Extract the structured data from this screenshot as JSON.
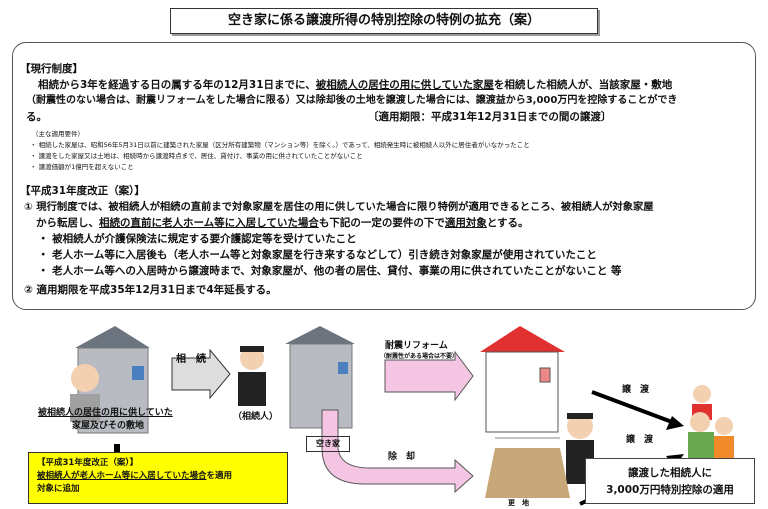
{
  "title": "空き家に係る譲渡所得の特別控除の特例の拡充（案）",
  "current": {
    "heading": "【現行制度】",
    "line1a": "相続から3年を経過する日の属する年の12月31日までに、",
    "line1u": "被相続人の居住の用に供していた家屋",
    "line1b": "を相続した相続人が、当該家屋・敷地",
    "line2": "（耐震性のない場合は、耐震リフォームをした場合に限る）又は除却後の土地を譲渡した場合には、譲渡益から3,000万円を控除することができ",
    "line3": "る。",
    "period": "〔適用期限：平成31年12月31日までの間の譲渡〕",
    "req_heading": "（主な適用要件）",
    "reqs": [
      "・ 相続した家屋は、昭和56年5月31日以前に建築された家屋（区分所有建築物（マンション等）を除く。）であって、相続発生時に被相続人以外に居住者がいなかったこと",
      "・ 譲渡をした家屋又は土地は、相続時から譲渡時点まで、居住、貸付け、事業の用に供されていたことがないこと",
      "・ 譲渡価額が1億円を超えないこと"
    ]
  },
  "reform": {
    "heading": "【平成31年度改正（案）】",
    "item1a": "① 現行制度では、被相続人が相続の直前まで対象家屋を居住の用に供していた場合に限り特例が適用できるところ、被相続人が対象家屋",
    "item1b_pre": "から転居し、",
    "item1b_u": "相続の直前に老人ホーム等に入居していた場合",
    "item1b_mid": "も下記の一定の要件の下で",
    "item1b_u2": "適用対象",
    "item1b_post": "とする。",
    "bullets": [
      "・ 被相続人が介護保険法に規定する要介護認定等を受けていたこと",
      "・ 老人ホーム等に入居後も（老人ホーム等と対象家屋を行き来するなどして）引き続き対象家屋が使用されていたこと",
      "・ 老人ホーム等への入居時から譲渡時まで、対象家屋が、他の者の居住、貸付、事業の用に供されていたことがないこと 等"
    ],
    "item2": "② 適用期限を平成35年12月31日まで4年延長する。"
  },
  "diagram": {
    "inherit": "相　続",
    "heir": "（相続人）",
    "house_caption_u": "被相続人の居住の用に供していた",
    "house_caption": "家屋及びその敷地",
    "vacant": "空き家",
    "reform_label": "耐震リフォーム",
    "reform_note": "（耐震性がある場合は不要）",
    "transfer1": "譲　渡",
    "transfer2": "譲　渡",
    "demolish": "除　却",
    "vacant_lot": "更　地",
    "yellow_heading": "【平成31年度改正（案）】",
    "yellow_u": "被相続人が老人ホーム等に入居していた場合",
    "yellow_post": "を適用",
    "yellow_line2": "対象に追加",
    "callout1": "譲渡した相続人に",
    "callout2": "3,000万円特別控除の適用"
  },
  "colors": {
    "yellow": "#ffff00",
    "pink_arrow": "#f4c6e4",
    "roof_red": "#e03030",
    "house_gray": "#9aa0a8"
  }
}
